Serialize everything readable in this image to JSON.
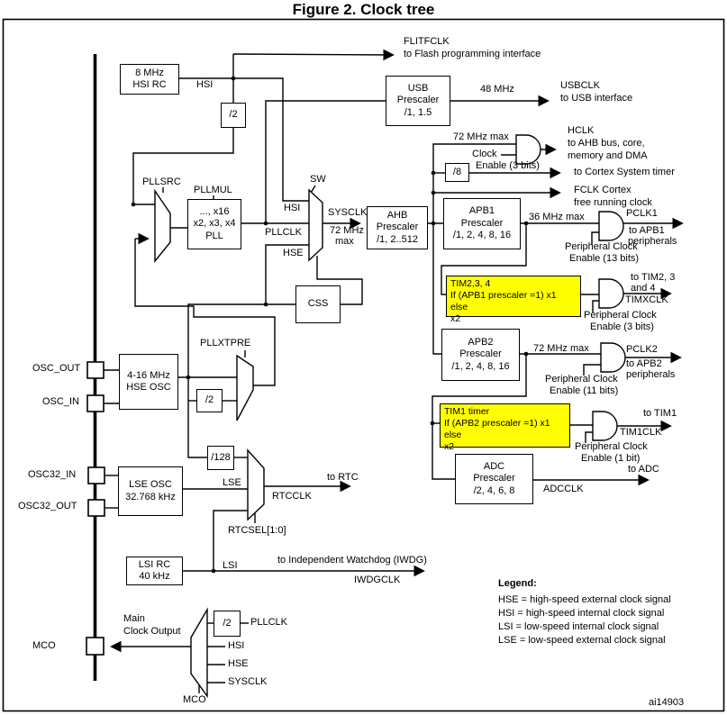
{
  "title": "Figure 2. Clock tree",
  "watermark": "ai14903",
  "colors": {
    "highlight": "#FFFF00",
    "line": "#000000",
    "background": "#FFFFFF"
  },
  "boxes": {
    "hsi_rc": {
      "lines": [
        "8 MHz",
        "HSI RC"
      ]
    },
    "hsi_div2": {
      "lines": [
        "/2"
      ]
    },
    "usb_prescaler": {
      "lines": [
        "USB",
        "Prescaler",
        "/1, 1.5"
      ]
    },
    "pll": {
      "lines": [
        "..., x16",
        "x2, x3, x4",
        "PLL"
      ]
    },
    "css": {
      "lines": [
        "CSS"
      ]
    },
    "ahb_prescaler": {
      "lines": [
        "AHB",
        "Prescaler",
        "/1, 2..512"
      ]
    },
    "div8": {
      "lines": [
        "/8"
      ]
    },
    "apb1_prescaler": {
      "lines": [
        "APB1",
        "Prescaler",
        "/1, 2, 4, 8, 16"
      ]
    },
    "tim234_note": {
      "lines": [
        "TIM2,3, 4",
        "If (APB1 prescaler =1) x1",
        "else",
        "x2"
      ]
    },
    "apb2_prescaler": {
      "lines": [
        "APB2",
        "Prescaler",
        "/1, 2, 4, 8, 16"
      ]
    },
    "tim1_note": {
      "lines": [
        "TIM1 timer",
        "If (APB2 prescaler =1) x1",
        "else",
        "x2"
      ]
    },
    "adc_prescaler": {
      "lines": [
        "ADC",
        "Prescaler",
        "/2, 4, 6, 8"
      ]
    },
    "hse_osc": {
      "lines": [
        "4-16 MHz",
        "HSE OSC"
      ]
    },
    "hse_div2": {
      "lines": [
        "/2"
      ]
    },
    "div128": {
      "lines": [
        "/128"
      ]
    },
    "lse_osc": {
      "lines": [
        "LSE OSC",
        "32.768 kHz"
      ]
    },
    "lsi_rc": {
      "lines": [
        "LSI RC",
        "40 kHz"
      ]
    },
    "mco_div2": {
      "lines": [
        "/2"
      ]
    }
  },
  "labels": {
    "hsi": "HSI",
    "flitfclk": "FLITFCLK",
    "flitfclk_dest": "to Flash programming interface",
    "mhz48": "48 MHz",
    "usbclk": "USBCLK",
    "usbclk_dest": "to USB interface",
    "hclk_max": "72 MHz max",
    "clock_enable_1": "Clock",
    "clock_enable_2": "Enable (3 bits)",
    "hclk": "HCLK",
    "hclk_dest1": "to AHB bus, core,",
    "hclk_dest2": "memory and DMA",
    "cortex_timer_dest": "to Cortex System timer",
    "fclk1": "FCLK Cortex",
    "fclk2": "free running clock",
    "pllsrc": "PLLSRC",
    "pllmul": "PLLMUL",
    "sw": "SW",
    "sw_in_hsi": "HSI",
    "pllclk": "PLLCLK",
    "sw_in_hse": "HSE",
    "sysclk": "SYSCLK",
    "sysclk_max1": "72 MHz",
    "sysclk_max2": "max",
    "apb1_max": "36 MHz max",
    "pclk1": "PCLK1",
    "pclk1_dest1": "to APB1",
    "pclk1_dest2": "peripherals",
    "pce13_1": "Peripheral Clock",
    "pce13_2": "Enable (13 bits)",
    "tim2_dest1": "to TIM2, 3",
    "tim2_dest2": "and 4",
    "timxclk": "TIMXCLK",
    "pce3_1": "Peripheral Clock",
    "pce3_2": "Enable (3 bits)",
    "apb2_max": "72 MHz max",
    "pclk2": "PCLK2",
    "pclk2_dest1": "to APB2",
    "pclk2_dest2": "peripherals",
    "pce11_1": "Peripheral Clock",
    "pce11_2": "Enable (11 bits)",
    "tim1_dest": "to TIM1",
    "tim1clk": "TIM1CLK",
    "pce1_1": "Peripheral Clock",
    "pce1_2": "Enable (1 bit)",
    "adcclk": "ADCCLK",
    "adc_dest": "to ADC",
    "pllxtpre": "PLLXTPRE",
    "osc_out": "OSC_OUT",
    "osc_in": "OSC_IN",
    "osc32_in": "OSC32_IN",
    "osc32_out": "OSC32_OUT",
    "lse": "LSE",
    "rtcclk": "RTCCLK",
    "rtc_dest": "to RTC",
    "rtcsel": "RTCSEL[1:0]",
    "lsi": "LSI",
    "iwdg_dest": "to Independent Watchdog (IWDG)",
    "iwdgclk": "IWDGCLK",
    "mco_main1": "Main",
    "mco_main2": "Clock Output",
    "mco_pin": "MCO",
    "mco_in_pllclk": "PLLCLK",
    "mco_in_hsi": "HSI",
    "mco_in_hse": "HSE",
    "mco_in_sysclk": "SYSCLK",
    "mco_mux": "MCO"
  },
  "legend": {
    "title": "Legend:",
    "items": [
      "HSE = high-speed external clock signal",
      "HSI = high-speed internal clock signal",
      "LSI = low-speed internal clock signal",
      "LSE = low-speed external clock signal"
    ]
  }
}
